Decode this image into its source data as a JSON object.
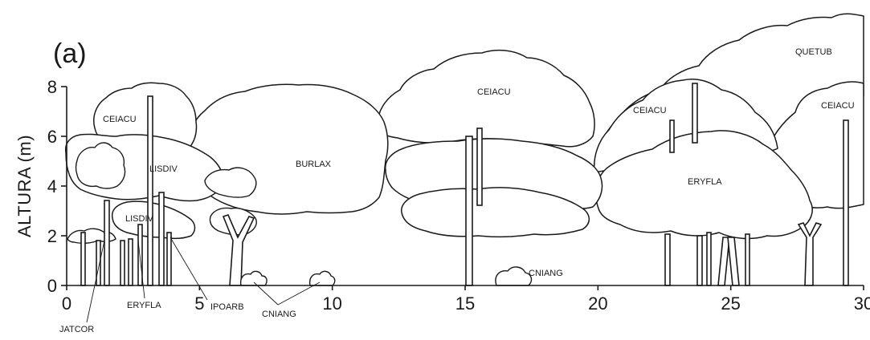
{
  "panel_label": "(a)",
  "y_axis": {
    "title": "ALTURA (m)",
    "min": 0,
    "max": 8,
    "ticks": [
      {
        "v": 0,
        "label": "0"
      },
      {
        "v": 2,
        "label": "2"
      },
      {
        "v": 4,
        "label": "4"
      },
      {
        "v": 6,
        "label": "6"
      },
      {
        "v": 8,
        "label": "8"
      }
    ]
  },
  "x_axis": {
    "min": 0,
    "max": 30,
    "ticks": [
      {
        "v": 0,
        "label": "0"
      },
      {
        "v": 5,
        "label": "5"
      },
      {
        "v": 10,
        "label": "10"
      },
      {
        "v": 15,
        "label": "15"
      },
      {
        "v": 20,
        "label": "20"
      },
      {
        "v": 25,
        "label": "25"
      },
      {
        "v": 30,
        "label": "30"
      }
    ]
  },
  "species_labels": [
    {
      "text": "CEIACU"
    },
    {
      "text": "LISDIV"
    },
    {
      "text": "LISDIV"
    },
    {
      "text": "BURLAX"
    },
    {
      "text": "CEIACU"
    },
    {
      "text": "CEIACU"
    },
    {
      "text": "QUETUB"
    },
    {
      "text": "CEIACU"
    },
    {
      "text": "ERYFLA"
    },
    {
      "text": "CNIANG"
    },
    {
      "text": "ERYFLA"
    },
    {
      "text": "IPOARB"
    },
    {
      "text": "CNIANG"
    },
    {
      "text": "JATCOR"
    }
  ]
}
